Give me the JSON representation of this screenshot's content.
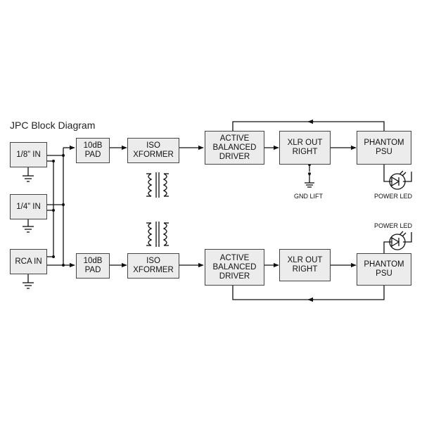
{
  "title": "JPC Block Diagram",
  "blocks": {
    "in_18": "1/8” IN",
    "in_14": "1/4” IN",
    "in_rca": "RCA IN",
    "pad_top": "10dB\nPAD",
    "pad_bot": "10dB\nPAD",
    "iso_top": "ISO\nXFORMER",
    "iso_bot": "ISO\nXFORMER",
    "drv_top": "ACTIVE\nBALANCED\nDRIVER",
    "drv_bot": "ACTIVE\nBALANCED\nDRIVER",
    "xlr_top": "XLR OUT\nRIGHT",
    "xlr_bot": "XLR OUT\nRIGHT",
    "psu_top": "PHANTOM\nPSU",
    "psu_bot": "PHANTOM\nPSU"
  },
  "labels": {
    "gnd_lift": "GND LIFT",
    "power_led_top": "POWER LED",
    "power_led_bot": "POWER LED"
  }
}
